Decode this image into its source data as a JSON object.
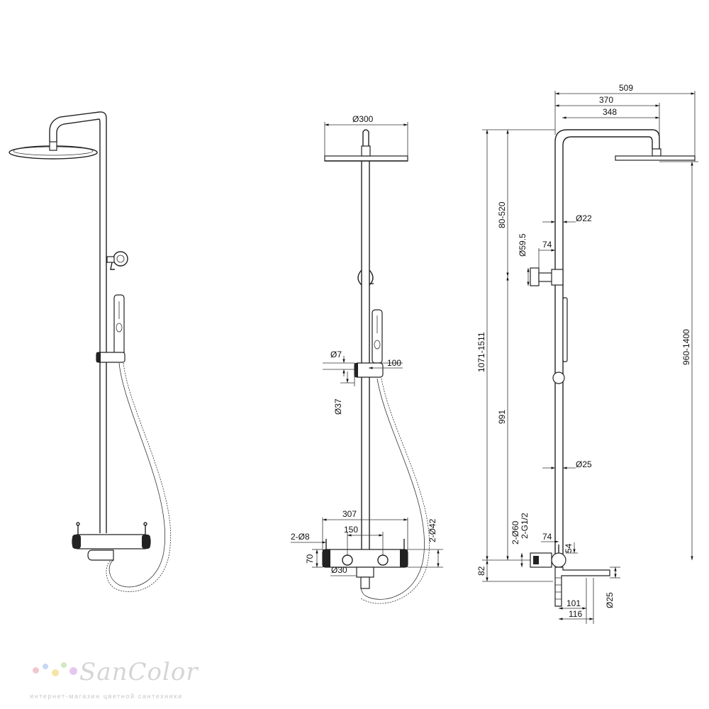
{
  "dimensions": {
    "d300": "Ø300",
    "d7": "Ø7",
    "v100": "100",
    "d37": "Ø37",
    "v307": "307",
    "v150": "150",
    "two_d8": "2-Ø8",
    "v70": "70",
    "d30": "Ø30",
    "two_d42": "2-Ø42",
    "v509": "509",
    "v370": "370",
    "v348": "348",
    "v80_520": "80-520",
    "d22": "Ø22",
    "d59_5": "Ø59.5",
    "v74_top": "74",
    "v1071_1511": "1071-1511",
    "v960_1400": "960-1400",
    "v991": "991",
    "d25_pipe": "Ø25",
    "two_d60": "2-Ø60",
    "two_g1_2": "2-G1/2",
    "v74_bottom": "74",
    "v54": "54",
    "v82": "82",
    "d25_spout": "Ø25",
    "v101": "101",
    "v116": "116"
  },
  "brand": {
    "name": "SanColor",
    "tagline": "интернет-магазин цветной сантехники",
    "dot_colors": [
      "#f2c6d0",
      "#c9d7f2",
      "#f5e3a8",
      "#cfe9c4",
      "#e6c8ef"
    ]
  }
}
